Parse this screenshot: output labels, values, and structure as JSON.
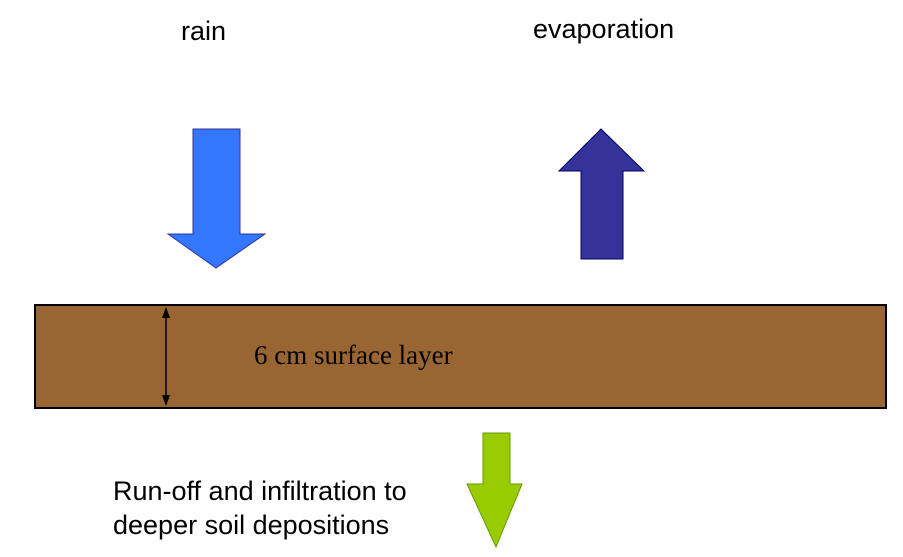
{
  "labels": {
    "rain": "rain",
    "evaporation": "evaporation",
    "surface_layer": "6 cm surface layer",
    "runoff_line1": "Run-off and infiltration to",
    "runoff_line2": "deeper soil depositions"
  },
  "colors": {
    "rain_arrow": "#3377ff",
    "evaporation_arrow": "#333399",
    "soil_layer": "#996633",
    "runoff_arrow": "#99cc00",
    "outline": "#000000"
  }
}
